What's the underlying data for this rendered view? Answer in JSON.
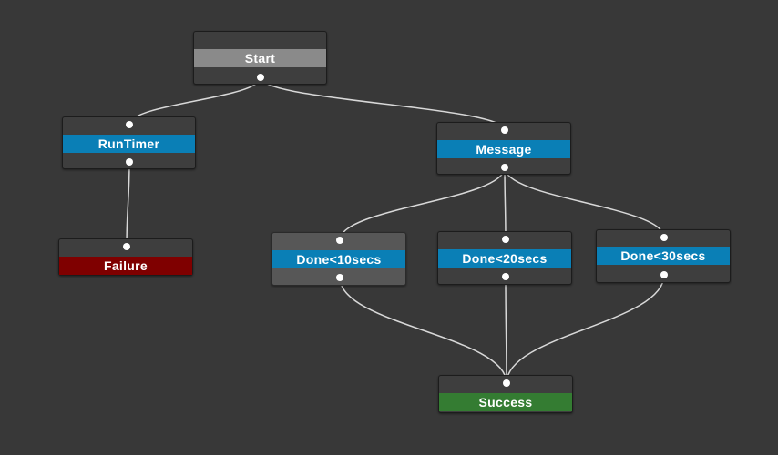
{
  "colors": {
    "background": "#383838",
    "edge": "#d8d8d8",
    "action": "#0a7fb6",
    "start": "#8a8a8a",
    "failure": "#7f0000",
    "success": "#347c32"
  },
  "nodes": {
    "start": {
      "label": "Start",
      "kind": "start"
    },
    "runtimer": {
      "label": "RunTimer",
      "kind": "action"
    },
    "message": {
      "label": "Message",
      "kind": "action"
    },
    "failure": {
      "label": "Failure",
      "kind": "failure"
    },
    "done10": {
      "label": "Done<10secs",
      "kind": "action"
    },
    "done20": {
      "label": "Done<20secs",
      "kind": "action"
    },
    "done30": {
      "label": "Done<30secs",
      "kind": "action"
    },
    "success": {
      "label": "Success",
      "kind": "success"
    }
  },
  "edges": [
    {
      "from": "start",
      "to": "runtimer"
    },
    {
      "from": "start",
      "to": "message"
    },
    {
      "from": "runtimer",
      "to": "failure"
    },
    {
      "from": "message",
      "to": "done10"
    },
    {
      "from": "message",
      "to": "done20"
    },
    {
      "from": "message",
      "to": "done30"
    },
    {
      "from": "done10",
      "to": "success"
    },
    {
      "from": "done20",
      "to": "success"
    },
    {
      "from": "done30",
      "to": "success"
    }
  ]
}
